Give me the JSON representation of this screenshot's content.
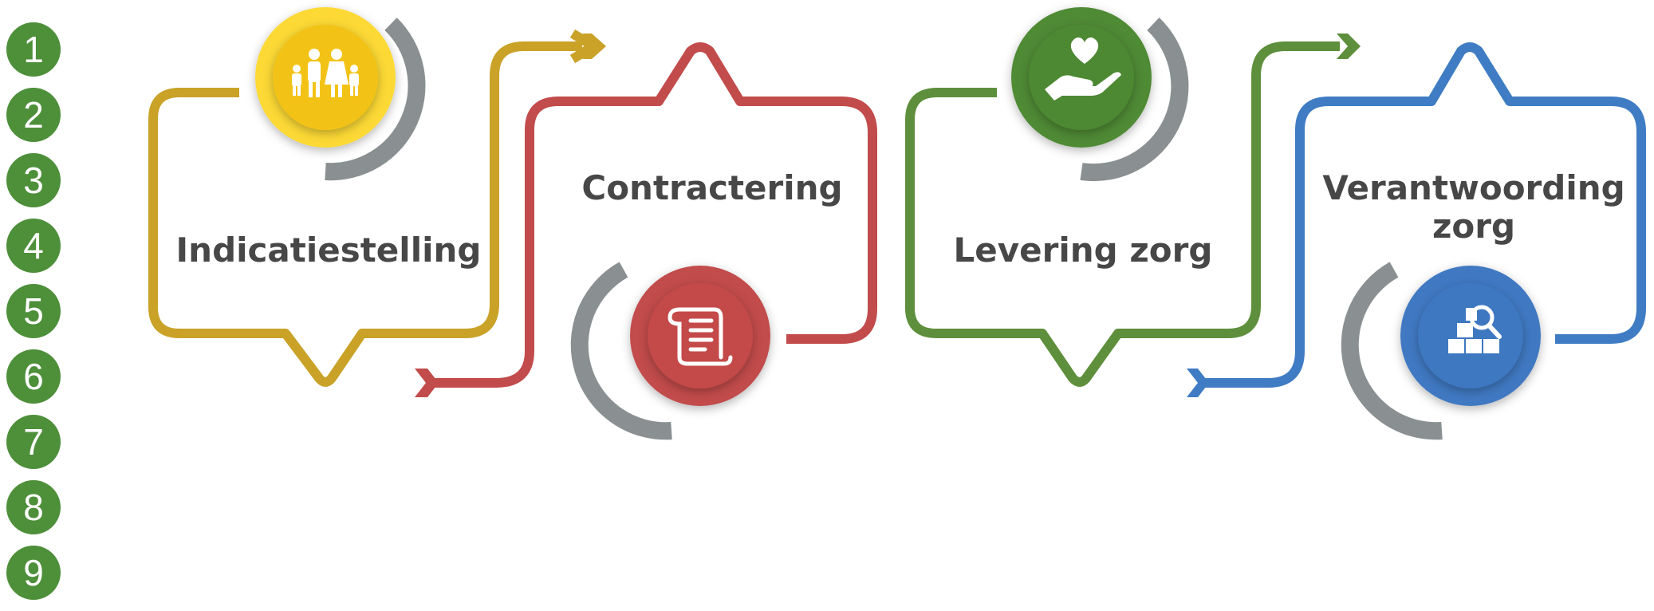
{
  "numbers": [
    "1",
    "2",
    "3",
    "4",
    "5",
    "6",
    "7",
    "8",
    "9"
  ],
  "steps": [
    {
      "title": "Indicatiestelling",
      "color": "#c9a227",
      "icon": "family-icon",
      "icon_color": "#f6c924"
    },
    {
      "title": "Contractering",
      "color": "#c24b4b",
      "icon": "scroll-icon",
      "icon_color": "#c24b4b"
    },
    {
      "title": "Levering zorg",
      "color": "#5e8f3c",
      "icon": "heart-in-hand-icon",
      "icon_color": "#4f8a35"
    },
    {
      "title": "Verantwoording\nzorg",
      "title_line1": "Verantwoording",
      "title_line2": "zorg",
      "color": "#3f7cc4",
      "icon": "boxes-search-icon",
      "icon_color": "#3f79c2"
    }
  ],
  "accent_gray": "#8a9091"
}
